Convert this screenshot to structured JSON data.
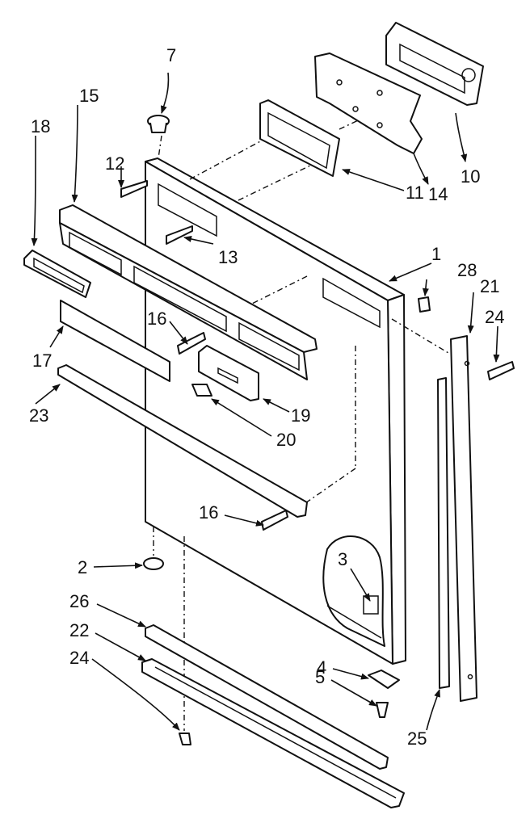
{
  "callouts": {
    "c1": "1",
    "c2": "2",
    "c3": "3",
    "c4": "4",
    "c5": "5",
    "c7": "7",
    "c10": "10",
    "c11": "11",
    "c12": "12",
    "c13": "13",
    "c14": "14",
    "c15": "15",
    "c16a": "16",
    "c16b": "16",
    "c17": "17",
    "c18": "18",
    "c19": "19",
    "c20": "20",
    "c21": "21",
    "c22": "22",
    "c23": "23",
    "c24a": "24",
    "c24b": "24",
    "c25": "25",
    "c26": "26",
    "c28": "28"
  },
  "colors": {
    "ink": "#111111",
    "paper": "#ffffff"
  }
}
